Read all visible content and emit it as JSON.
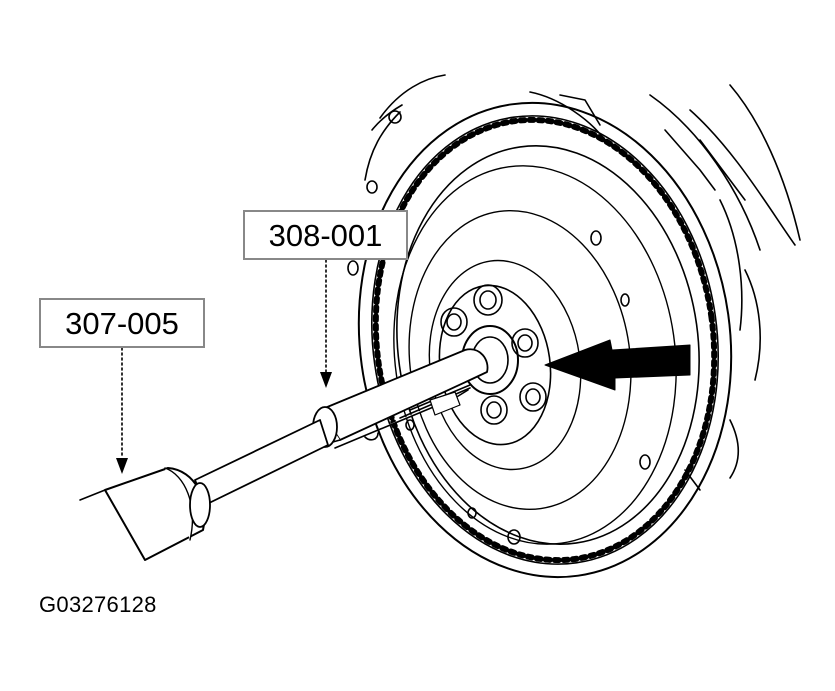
{
  "callouts": {
    "tool_308": "308-001",
    "tool_307": "307-005"
  },
  "figure_id": "G03276128",
  "colors": {
    "line": "#000000",
    "callout_border": "#888888",
    "background": "#ffffff"
  }
}
